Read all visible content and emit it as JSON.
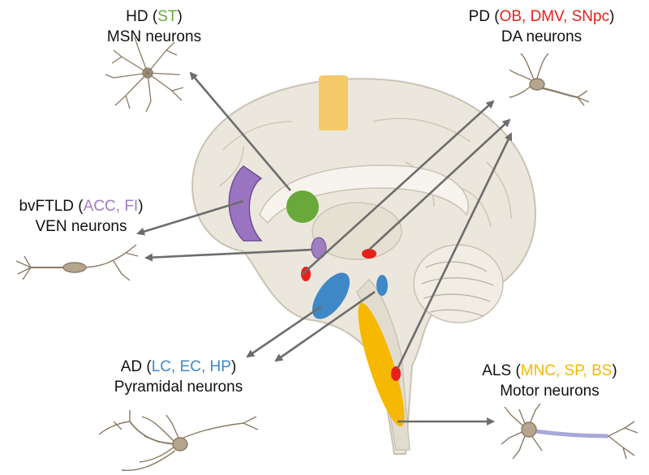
{
  "labels": {
    "hd": {
      "disease": "HD",
      "regions": "ST",
      "neurons": "MSN neurons",
      "color": "#6aaa3a"
    },
    "pd": {
      "disease": "PD",
      "regions": "OB, DMV, SNpc",
      "neurons": "DA neurons",
      "color": "#e8201a"
    },
    "bvftld": {
      "disease": "bvFTLD",
      "regions": "ACC, FI",
      "neurons": "VEN neurons",
      "color": "#a07cc0"
    },
    "ad": {
      "disease": "AD",
      "regions": "LC, EC, HP",
      "neurons": "Pyramidal neurons",
      "color": "#3f88c8"
    },
    "als": {
      "disease": "ALS",
      "regions": "MNC, SP, BS",
      "neurons": "Motor neurons",
      "color": "#f6b800"
    }
  },
  "colors": {
    "brain_fill": "#ece7dc",
    "brain_outline": "#c9c3b4",
    "arrow": "#6d6d6d",
    "neuron": "#8a7a66"
  }
}
